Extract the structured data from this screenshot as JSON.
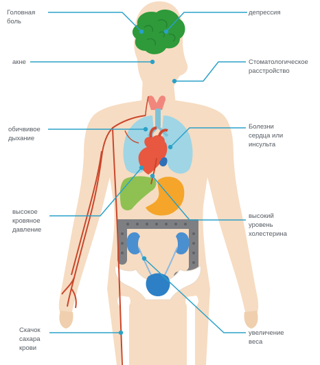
{
  "colors": {
    "skin": "#f6dcc2",
    "skin_dark": "#efcfae",
    "leader_line": "#2aa0c8",
    "brain": "#2e9a3a",
    "thyroid": "#f1867d",
    "lungs": "#9fd5e4",
    "heart": "#e8573f",
    "liver": "#8ec152",
    "stomach": "#f4a52a",
    "intestine": "#7d7f83",
    "kidneys": "#4a8fd0",
    "bladder": "#2d80c6",
    "bones": "#ffffff",
    "artery": "#c9462b",
    "label_text": "#555b62"
  },
  "labels_left": [
    {
      "id": "headache",
      "text": "Головная\nболь"
    },
    {
      "id": "acne",
      "text": "акне"
    },
    {
      "id": "breathing",
      "text": "обичвивое\nдыхание"
    },
    {
      "id": "pressure",
      "text": "высокое\nкровяное\nдавление"
    },
    {
      "id": "sugar",
      "text": "Скачок\nсахара\nкрови"
    }
  ],
  "labels_right": [
    {
      "id": "depression",
      "text": "депрессия"
    },
    {
      "id": "dental",
      "text": "Стоматологическое\nрасстройство"
    },
    {
      "id": "heart_disease",
      "text": "Болезни\nсердца или\nинсульта"
    },
    {
      "id": "cholesterol",
      "text": "высокий\nуровень\nхолестерина"
    },
    {
      "id": "weight",
      "text": "увеличение\nвеса"
    }
  ]
}
